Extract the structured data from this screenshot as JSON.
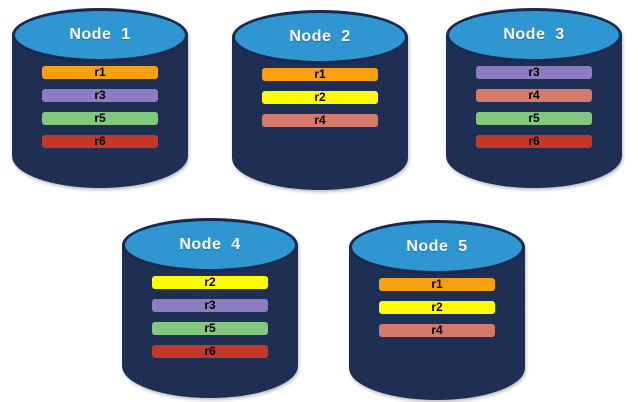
{
  "colors": {
    "page_bg": "#FFFFFF",
    "body": "#1F2F54",
    "top_fill": "#3096D2",
    "outline": "#16294E",
    "title_text": "#FFFFFF",
    "bar_text": "#000000"
  },
  "nodes": [
    {
      "title": "Node  1",
      "replicas": [
        {
          "label": "r1",
          "color": "#F9A010"
        },
        {
          "label": "r3",
          "color": "#8E7CC3"
        },
        {
          "label": "r5",
          "color": "#81C77E"
        },
        {
          "label": "r6",
          "color": "#C23A25"
        }
      ]
    },
    {
      "title": "Node  2",
      "replicas": [
        {
          "label": "r1",
          "color": "#F9A010"
        },
        {
          "label": "r2",
          "color": "#FDFD00"
        },
        {
          "label": "r4",
          "color": "#D5796B"
        }
      ]
    },
    {
      "title": "Node  3",
      "replicas": [
        {
          "label": "r3",
          "color": "#8E7CC3"
        },
        {
          "label": "r4",
          "color": "#D5796B"
        },
        {
          "label": "r5",
          "color": "#81C77E"
        },
        {
          "label": "r6",
          "color": "#C23A25"
        }
      ]
    },
    {
      "title": "Node  4",
      "replicas": [
        {
          "label": "r2",
          "color": "#FDFD00"
        },
        {
          "label": "r3",
          "color": "#8E7CC3"
        },
        {
          "label": "r5",
          "color": "#81C77E"
        },
        {
          "label": "r6",
          "color": "#C23A25"
        }
      ]
    },
    {
      "title": "Node  5",
      "replicas": [
        {
          "label": "r1",
          "color": "#F9A010"
        },
        {
          "label": "r2",
          "color": "#FDFD00"
        },
        {
          "label": "r4",
          "color": "#D5796B"
        }
      ]
    }
  ]
}
